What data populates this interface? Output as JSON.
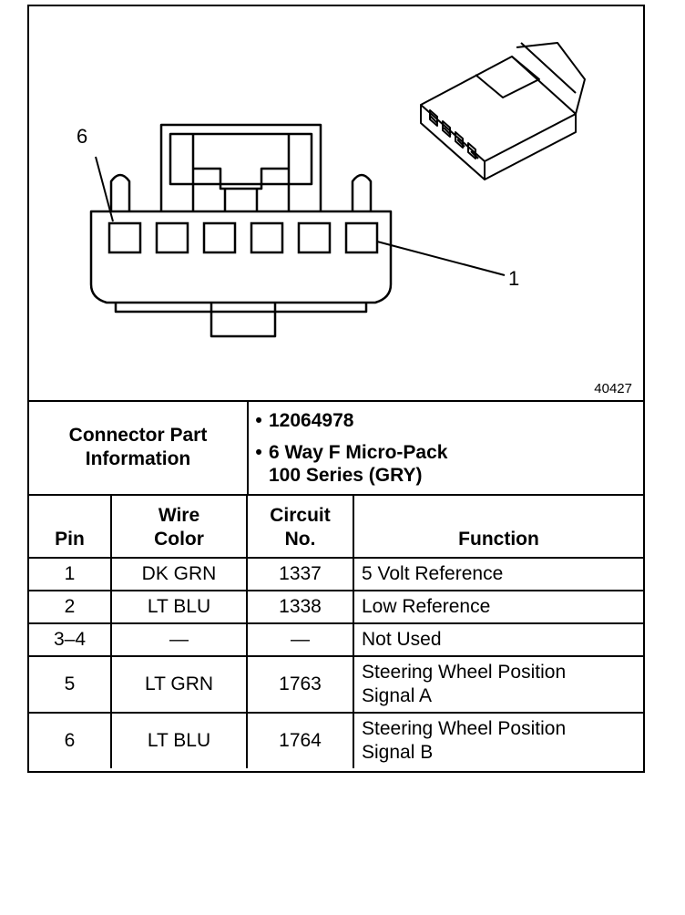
{
  "figure": {
    "figure_number": "40427",
    "pin_labels": {
      "left": "6",
      "right": "1"
    }
  },
  "part_info": {
    "label": "Connector Part\nInformation",
    "items": [
      "12064978",
      "6 Way F Micro-Pack\n100 Series (GRY)"
    ],
    "bullet": "•"
  },
  "table": {
    "headers": {
      "pin": "Pin",
      "wire_color": "Wire\nColor",
      "circuit": "Circuit\nNo.",
      "function": "Function"
    },
    "rows": [
      {
        "pin": "1",
        "wire_color": "DK GRN",
        "circuit": "1337",
        "function": "5 Volt Reference"
      },
      {
        "pin": "2",
        "wire_color": "LT BLU",
        "circuit": "1338",
        "function": "Low Reference"
      },
      {
        "pin": "3–4",
        "wire_color": "—",
        "circuit": "—",
        "function": "Not Used"
      },
      {
        "pin": "5",
        "wire_color": "LT GRN",
        "circuit": "1763",
        "function": "Steering Wheel Position\nSignal A"
      },
      {
        "pin": "6",
        "wire_color": "LT BLU",
        "circuit": "1764",
        "function": "Steering Wheel Position\nSignal B"
      }
    ]
  }
}
